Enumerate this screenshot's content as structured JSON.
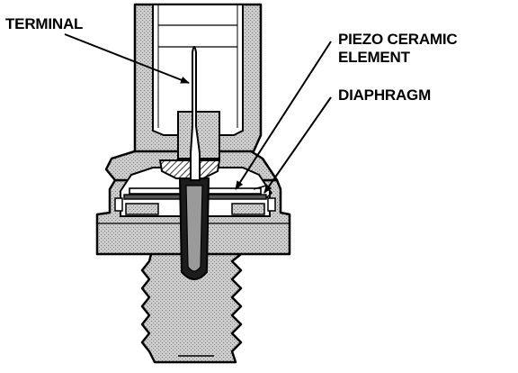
{
  "labels": {
    "terminal": "TERMINAL",
    "piezo_line1": "PIEZO CERAMIC",
    "piezo_line2": "ELEMENT",
    "diaphragm": "DIAPHRAGM"
  },
  "colors": {
    "ink": "#000000",
    "body_fill": "#c9c9c9",
    "paper": "#ffffff"
  }
}
